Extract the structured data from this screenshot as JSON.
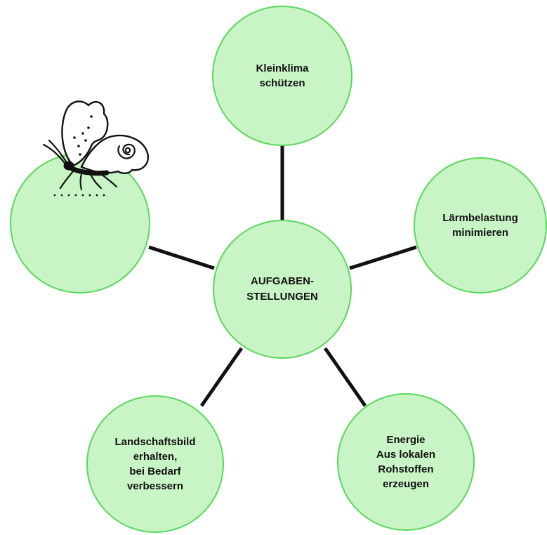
{
  "diagram": {
    "colors": {
      "node_fill": "#c9f5c6",
      "node_stroke": "#58d85a",
      "connector": "#111111",
      "text": "#111111"
    },
    "center": {
      "label": "AUFGABEN-\nSTELLUNGEN"
    },
    "nodes": [
      {
        "id": "top",
        "label": "Kleinklima\nschützen"
      },
      {
        "id": "right",
        "label": "Lärmbelastung\nminimieren"
      },
      {
        "id": "bottom-right",
        "label": "Energie\nAus lokalen\nRohstoffen\nerzeugen"
      },
      {
        "id": "bottom-left",
        "label": "Landschaftsbild\nerhalten,\nbei Bedarf\nverbessern"
      },
      {
        "id": "left",
        "label": "",
        "decoration": "butterfly-icon"
      }
    ]
  }
}
